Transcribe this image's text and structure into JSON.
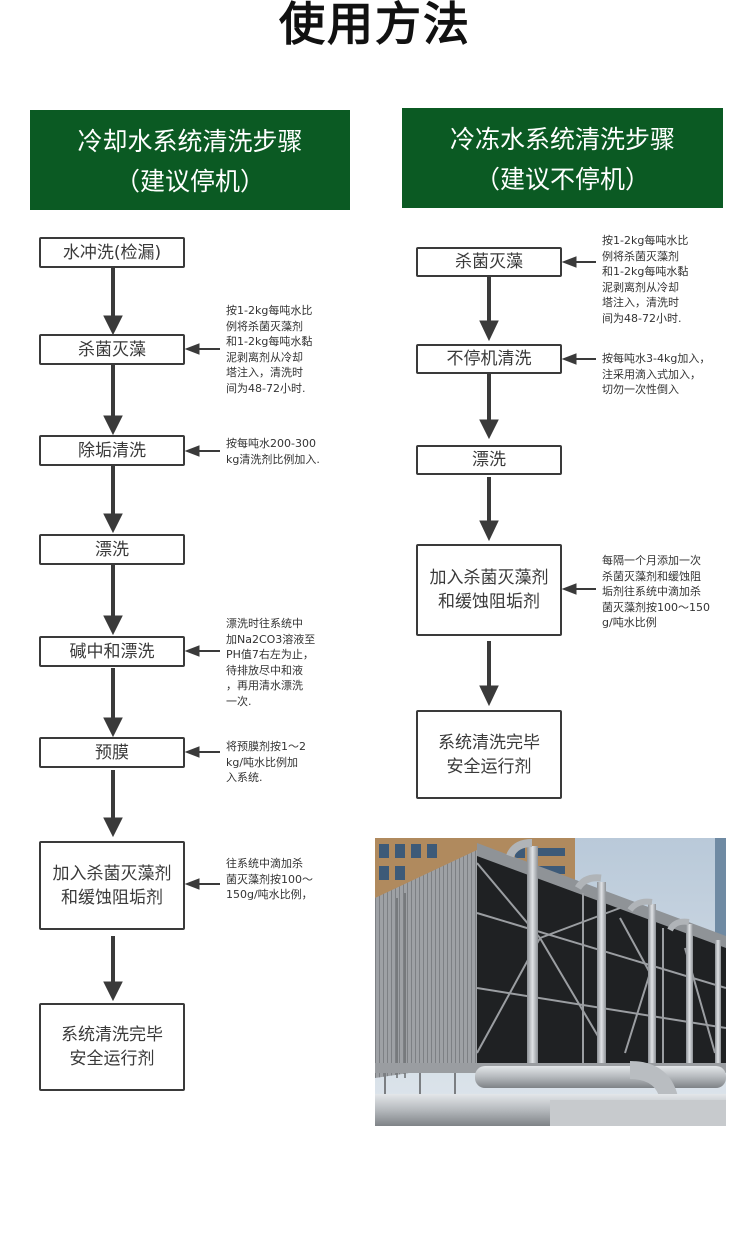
{
  "page_title": "使用方法",
  "colors": {
    "header_bg": "#0b5a23",
    "header_text": "#ffffff",
    "box_border": "#3a3a3a",
    "arrow": "#3a3a3a"
  },
  "left": {
    "header_line1": "冷却水系统清洗步骤",
    "header_line2": "（建议停机）",
    "steps": [
      {
        "label": "水冲洗(检漏)"
      },
      {
        "label": "杀菌灭藻",
        "note": "按1-2kg每吨水比\n例将杀菌灭藻剂\n和1-2kg每吨水黏\n泥剥离剂从冷却\n塔注入，清洗时\n间为48-72小时."
      },
      {
        "label": "除垢清洗",
        "note": "按每吨水200-300\nkg清洗剂比例加入."
      },
      {
        "label": "漂洗"
      },
      {
        "label": "碱中和漂洗",
        "note": "漂洗时往系统中\n加Na2CO3溶液至\nPH值7右左为止，\n待排放尽中和液\n，再用清水漂洗\n一次."
      },
      {
        "label": "预膜",
        "note": "将预膜剂按1～2\nkg/吨水比例加\n入系统."
      },
      {
        "label_line1": "加入杀菌灭藻剂",
        "label_line2": "和缓蚀阻垢剂",
        "note": "往系统中滴加杀\n菌灭藻剂按100～\n150g/吨水比例，"
      },
      {
        "label_line1": "系统清洗完毕",
        "label_line2": "安全运行剂"
      }
    ]
  },
  "right": {
    "header_line1": "冷冻水系统清洗步骤",
    "header_line2": "（建议不停机）",
    "steps": [
      {
        "label": "杀菌灭藻",
        "note": "按1-2kg每吨水比\n例将杀菌灭藻剂\n和1-2kg每吨水黏\n泥剥离剂从冷却\n塔注入，清洗时\n间为48-72小时."
      },
      {
        "label": "不停机清洗",
        "note": "按每吨水3-4kg加入，\n注采用滴入式加入，\n切勿一次性倒入"
      },
      {
        "label": "漂洗"
      },
      {
        "label_line1": "加入杀菌灭藻剂",
        "label_line2": "和缓蚀阻垢剂",
        "note": "每隔一个月添加一次\n杀菌灭藻剂和缓蚀阻\n垢剂往系统中滴加杀\n菌灭藻剂按100～150\ng/吨水比例"
      },
      {
        "label_line1": "系统清洗完毕",
        "label_line2": "安全运行剂"
      }
    ]
  },
  "photo": {
    "subject": "cooling-tower-photo"
  }
}
